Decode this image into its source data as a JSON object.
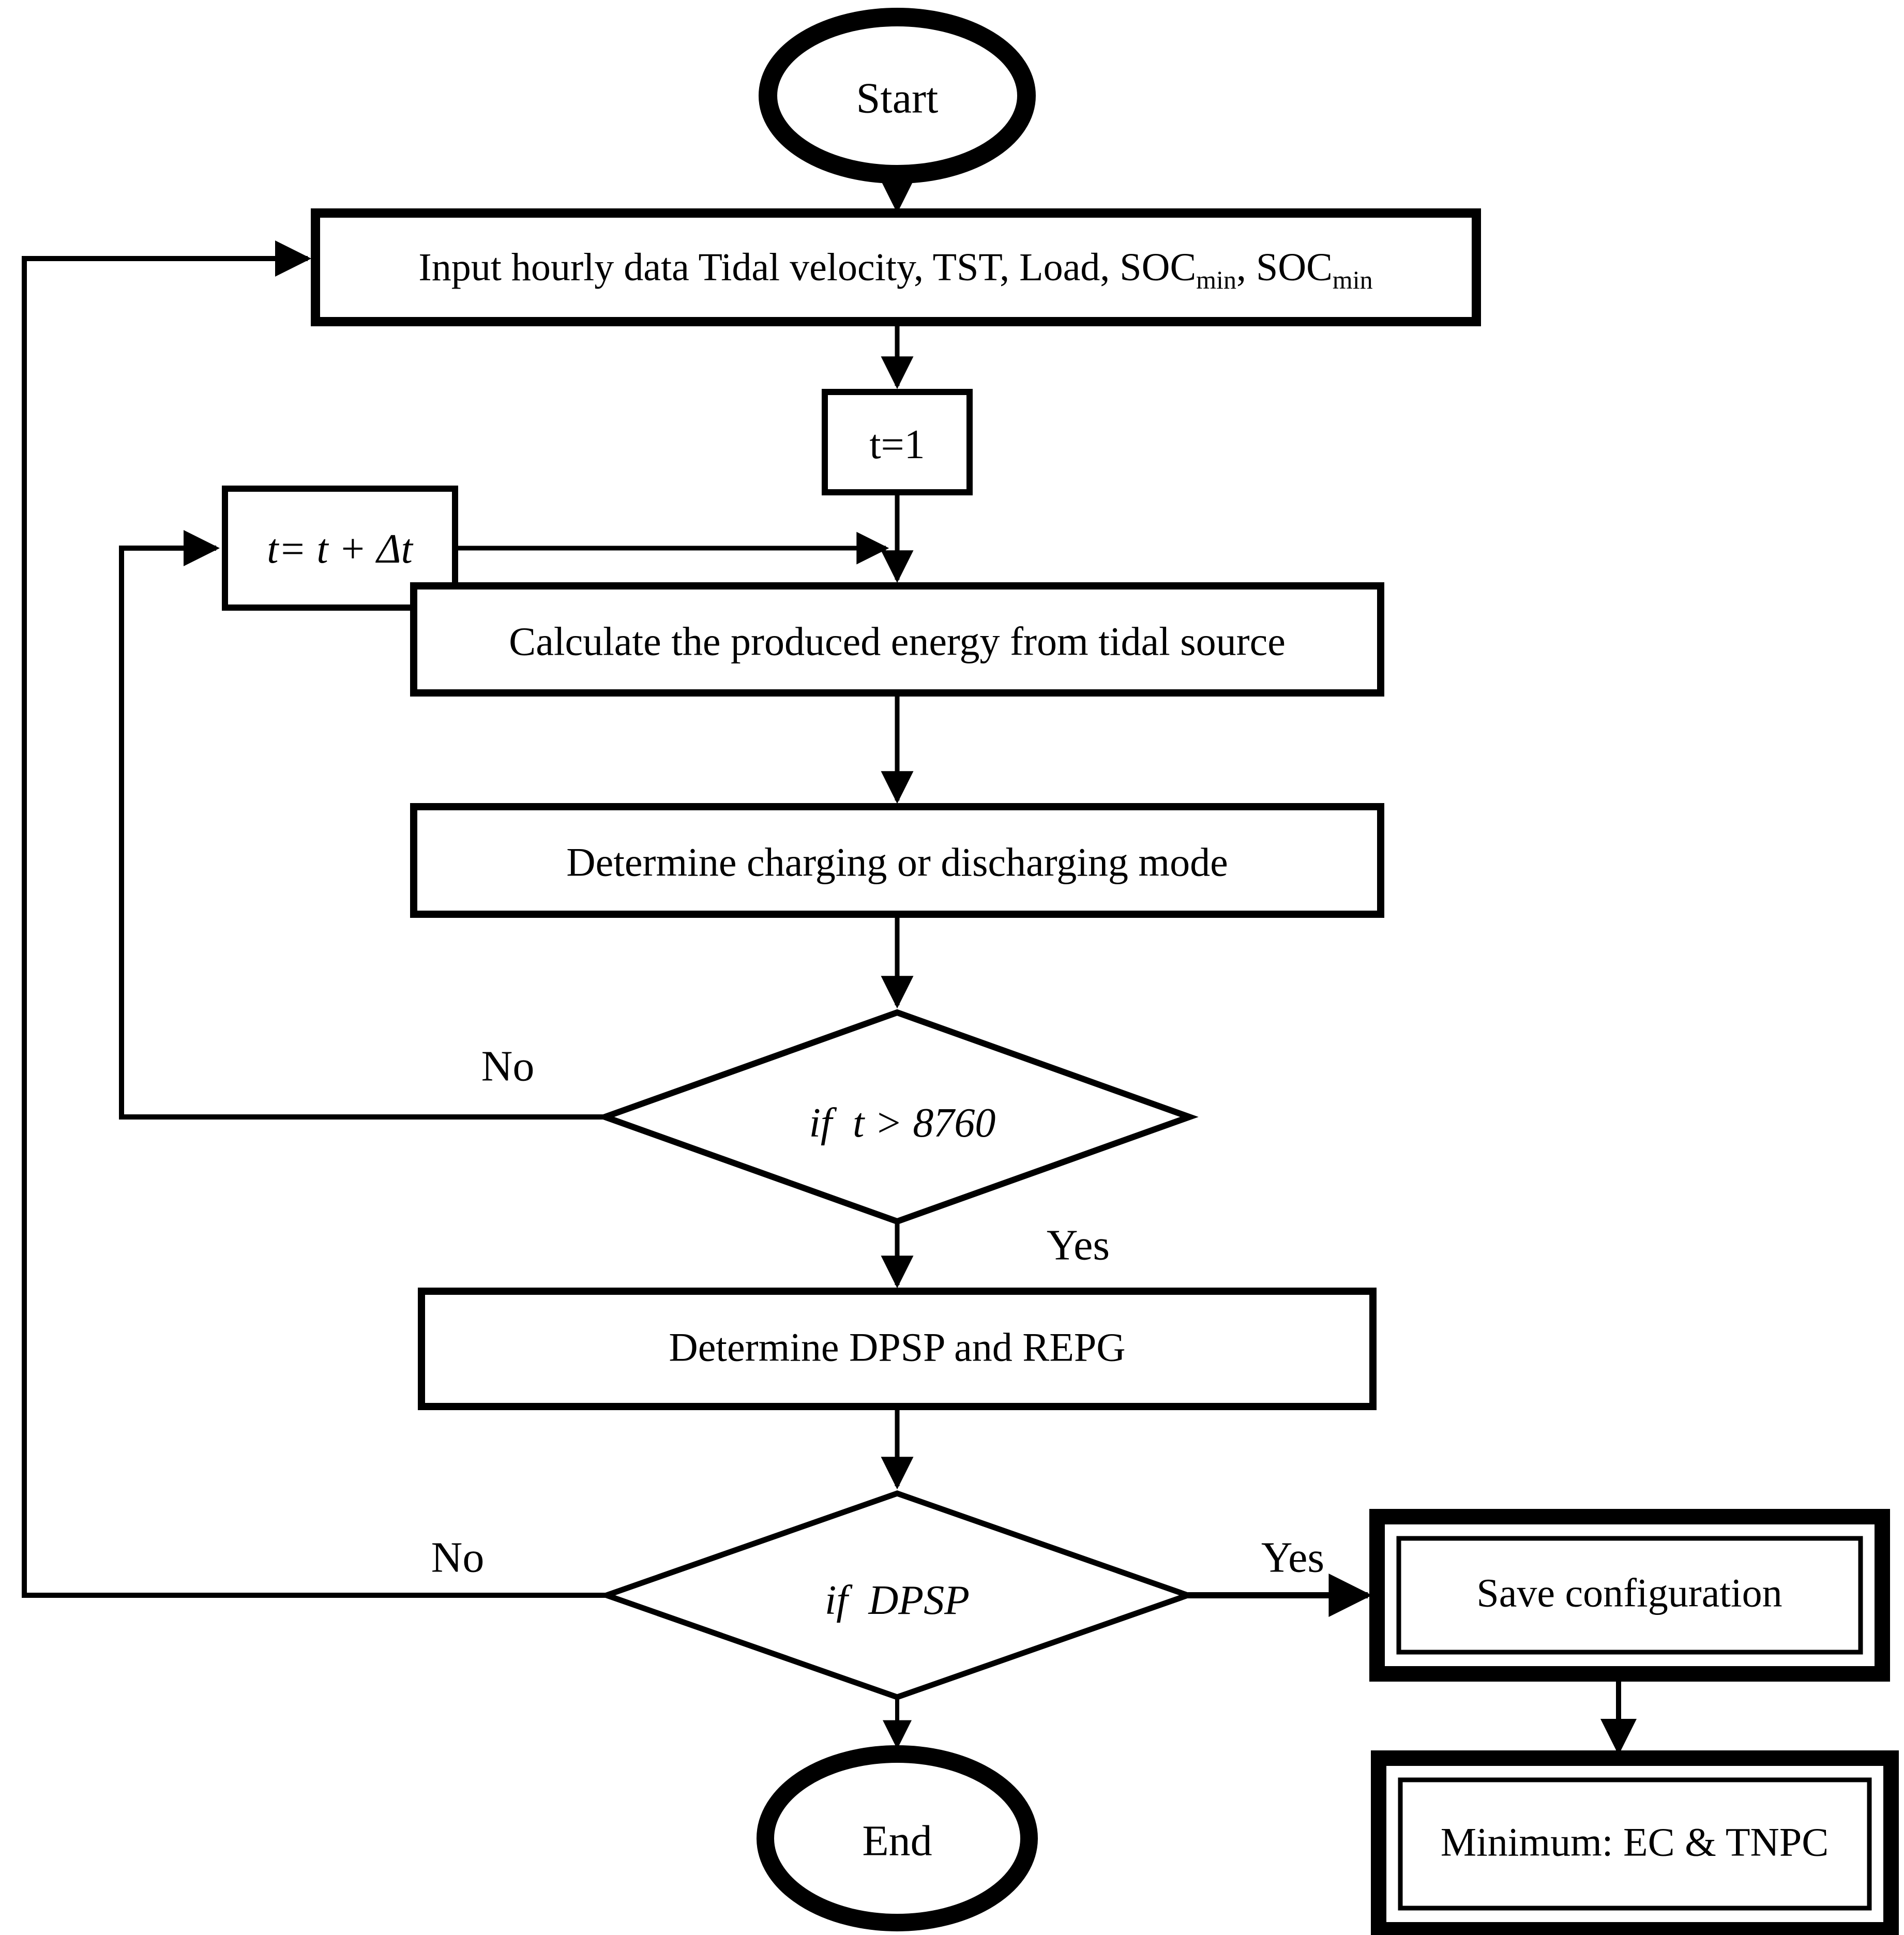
{
  "diagram": {
    "title": "Flowchart",
    "background": "#ffffff",
    "ink": "#000000"
  },
  "nodes": {
    "start": {
      "type": "terminator",
      "label": "Start"
    },
    "input": {
      "type": "process",
      "label_main": "Input hourly data Tidal velocity, TST, Load, SOC",
      "label_sub1": "min",
      "label_mid": ", SOC",
      "label_sub2": "min"
    },
    "t_init": {
      "type": "process",
      "label": "t=1"
    },
    "t_increment": {
      "type": "process",
      "label": "t= t + Δt"
    },
    "calc_energy": {
      "type": "process",
      "label": "Calculate the produced energy from tidal source"
    },
    "charge_mode": {
      "type": "process",
      "label": "Determine charging or discharging mode"
    },
    "decision_hours": {
      "type": "decision",
      "label": "if  t > 8760"
    },
    "determine_dpsp": {
      "type": "process",
      "label": "Determine DPSP and REPG"
    },
    "decision_dpsp": {
      "type": "decision",
      "label": "if  DPSP"
    },
    "save_config": {
      "type": "predefined-process",
      "label": "Save configuration"
    },
    "minimum_output": {
      "type": "predefined-process",
      "label": "Minimum: EC & TNPC"
    },
    "end": {
      "type": "terminator",
      "label": "End"
    }
  },
  "edge_labels": {
    "hours_no": "No",
    "hours_yes": "Yes",
    "dpsp_no": "No",
    "dpsp_yes": "Yes"
  }
}
